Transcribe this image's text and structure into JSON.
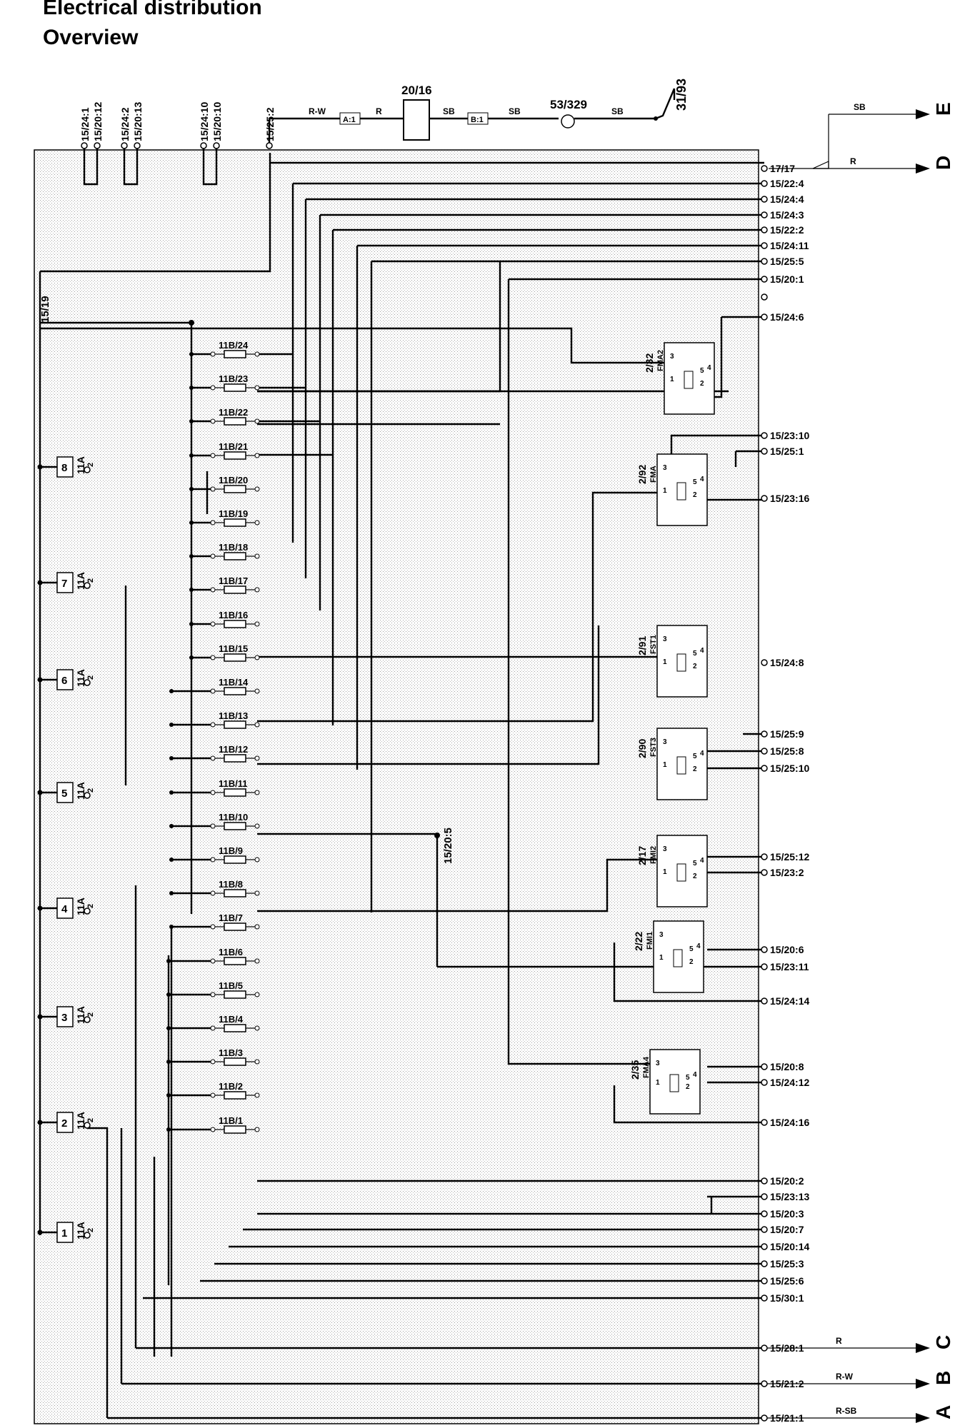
{
  "title": {
    "line1": "Electrical distribution",
    "line2": "Overview"
  },
  "top_connectors": [
    "15/24:1",
    "15/20:12",
    "15/24:2",
    "15/20:13",
    "15/24:10",
    "15/20:10",
    "15/25:2"
  ],
  "top_circuit": {
    "connector_a": "A:1",
    "component_20_16": "20/16",
    "connector_b": "B:1",
    "lamp": "53/329",
    "ground": "31/93",
    "wire_rw": "R-W",
    "wire_r": "R",
    "wire_sb1": "SB",
    "wire_sb2": "SB"
  },
  "left_bus_label": "15/19",
  "center_bus_label": "15/20:5",
  "right_connectors": [
    "17/17",
    "15/22:4",
    "15/24:4",
    "15/24:3",
    "15/22:2",
    "15/24:11",
    "15/25:5",
    "15/20:1",
    "15/24:6",
    "15/23:10",
    "15/25:1",
    "15/23:16",
    "15/24:8",
    "15/25:9",
    "15/25:8",
    "15/25:10",
    "15/25:12",
    "15/23:2",
    "15/20:6",
    "15/23:11",
    "15/24:14",
    "15/20:8",
    "15/24:12",
    "15/24:16",
    "15/20:2",
    "15/23:13",
    "15/20:3",
    "15/20:7",
    "15/20:14",
    "15/25:3",
    "15/25:6",
    "15/30:1",
    "15/28:1",
    "15/21:2",
    "15/21:1"
  ],
  "outputs": [
    {
      "letter": "E",
      "wire": "SB"
    },
    {
      "letter": "D",
      "wire": "R"
    },
    {
      "letter": "C",
      "wire": "R"
    },
    {
      "letter": "B",
      "wire": "R-W"
    },
    {
      "letter": "A",
      "wire": "R-SB"
    }
  ],
  "fuse_labels": [
    "11B/24",
    "11B/23",
    "11B/22",
    "11B/21",
    "11B/20",
    "11B/19",
    "11B/18",
    "11B/17",
    "11B/16",
    "11B/15",
    "11B/14",
    "11B/13",
    "11B/12",
    "11B/11",
    "11B/10",
    "11B/9",
    "11B/8",
    "11B/7",
    "11B/6",
    "11B/5",
    "11B/4",
    "11B/3",
    "11B/2",
    "11B/1"
  ],
  "left_fuses": [
    {
      "num": "8",
      "rating": "11A"
    },
    {
      "num": "7",
      "rating": "11A"
    },
    {
      "num": "6",
      "rating": "11A"
    },
    {
      "num": "5",
      "rating": "11A"
    },
    {
      "num": "4",
      "rating": "11A"
    },
    {
      "num": "3",
      "rating": "11A"
    },
    {
      "num": "2",
      "rating": "11A"
    },
    {
      "num": "1",
      "rating": "11A"
    }
  ],
  "relays": [
    {
      "id": "2/32",
      "code": "FMA2"
    },
    {
      "id": "2/92",
      "code": "FMA"
    },
    {
      "id": "2/91",
      "code": "FST1"
    },
    {
      "id": "2/90",
      "code": "FST3"
    },
    {
      "id": "2/17",
      "code": "FMI2"
    },
    {
      "id": "2/22",
      "code": "FMI1"
    },
    {
      "id": "2/35",
      "code": "FMA4"
    }
  ],
  "colors": {
    "background": "#ffffff",
    "line": "#000000",
    "shade": "#cfcfcf"
  }
}
